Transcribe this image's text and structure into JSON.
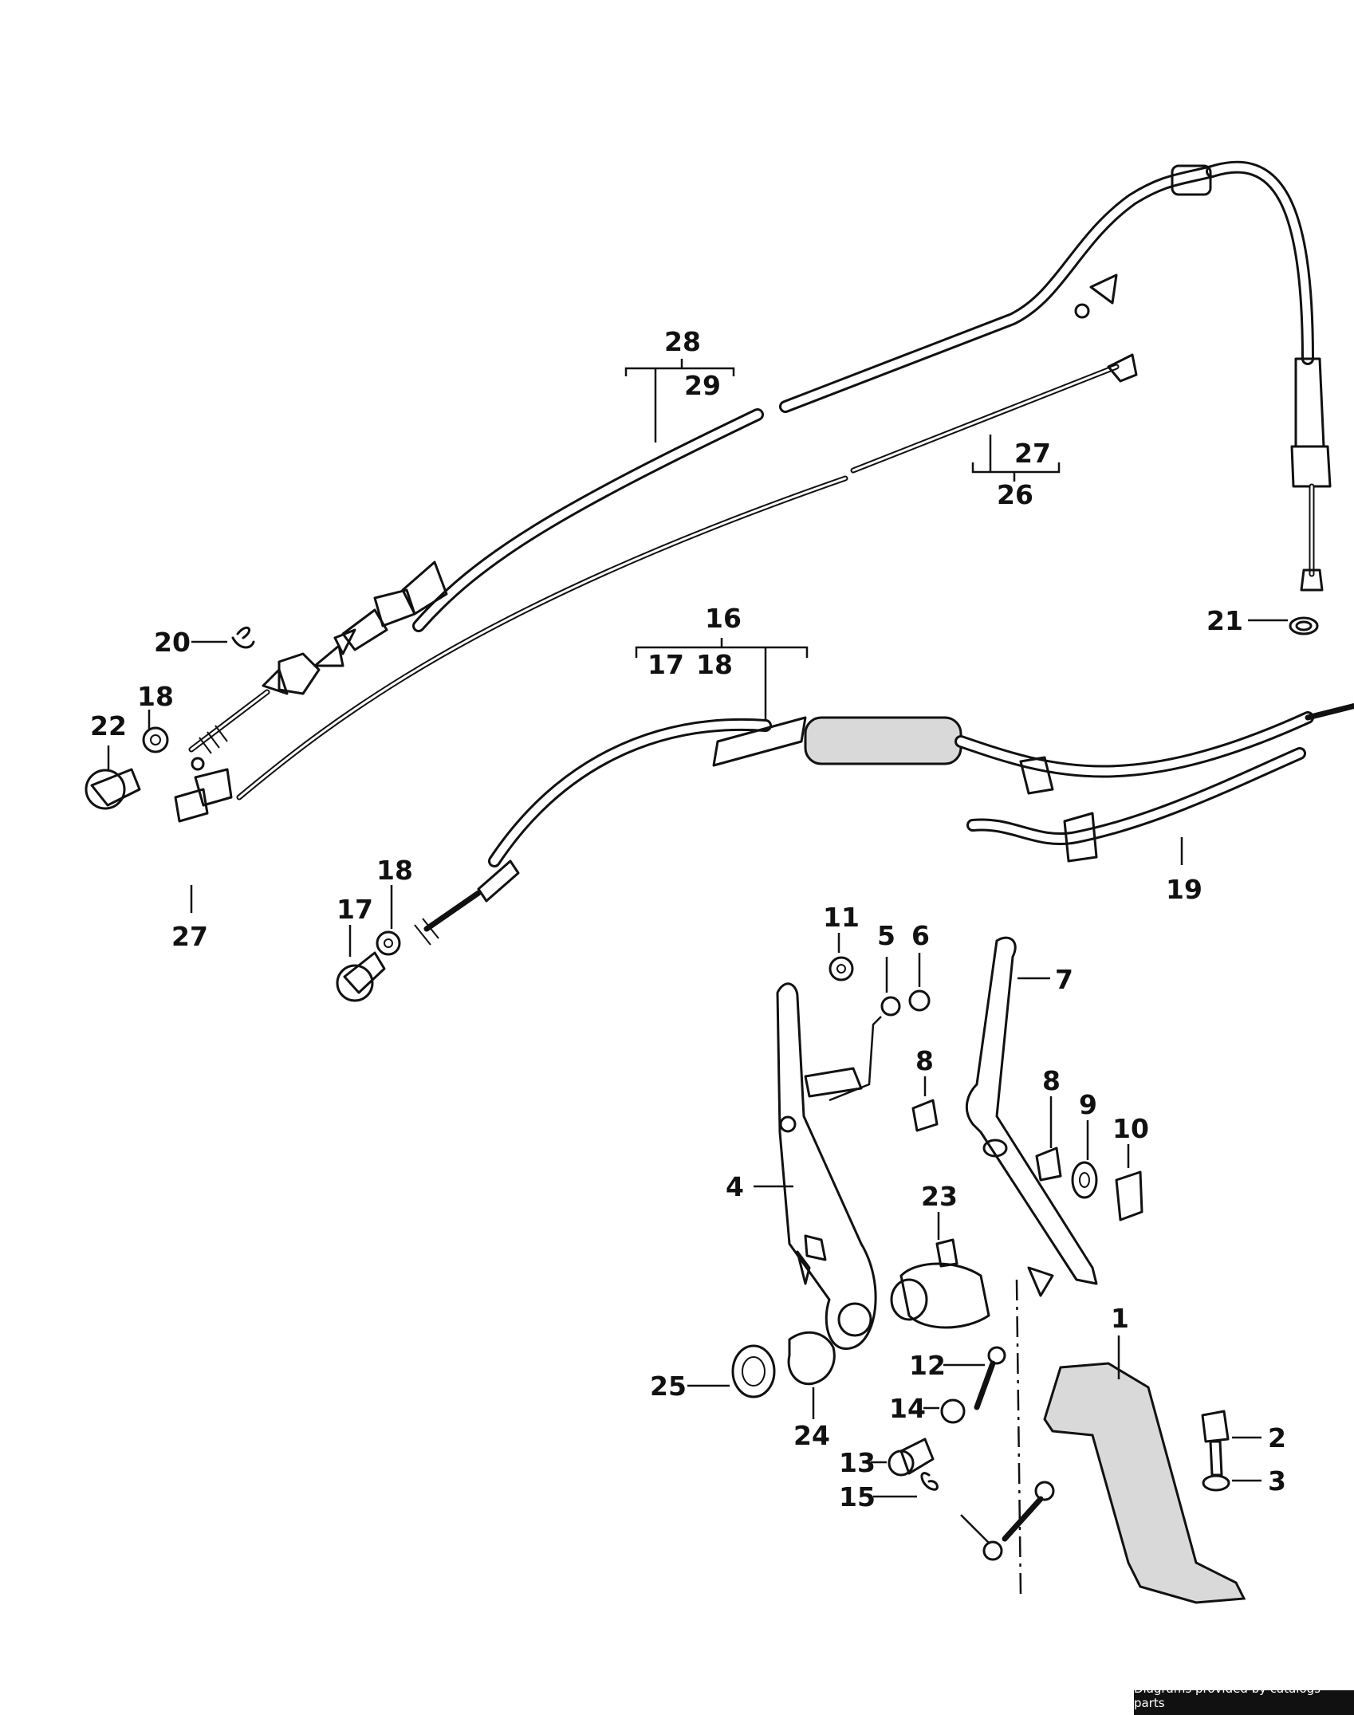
{
  "credit": "Diagrams provided by catalogs parts",
  "labels": {
    "l1": "1",
    "l2": "2",
    "l3": "3",
    "l4": "4",
    "l5": "5",
    "l6": "6",
    "l7": "7",
    "l8a": "8",
    "l8b": "8",
    "l9": "9",
    "l10": "10",
    "l11": "11",
    "l12": "12",
    "l13": "13",
    "l14": "14",
    "l15": "15",
    "l16": "16",
    "l17a": "17",
    "l17b": "17",
    "l18a": "18",
    "l18b": "18",
    "l18c": "18",
    "l19": "19",
    "l20": "20",
    "l21": "21",
    "l22": "22",
    "l23": "23",
    "l24": "24",
    "l25": "25",
    "l26": "26",
    "l27a": "27",
    "l27b": "27",
    "l28": "28",
    "l29": "29"
  }
}
